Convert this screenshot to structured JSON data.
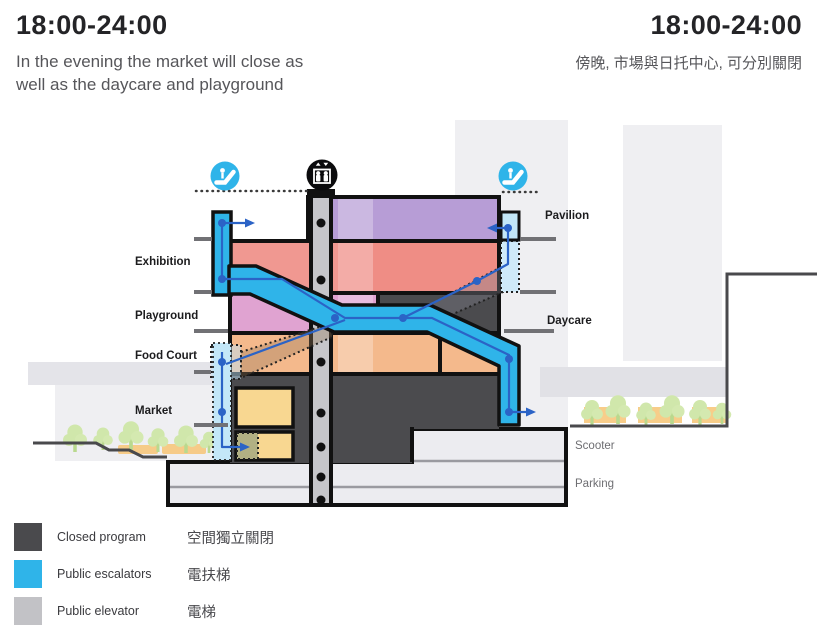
{
  "header": {
    "left": {
      "time": "18:00-24:00",
      "subtitle_line1": "In the evening the market will close as",
      "subtitle_line2": "well as the daycare and playground"
    },
    "right": {
      "time": "18:00-24:00",
      "subtitle": "傍晚, 市場與日托中心, 可分別關閉"
    }
  },
  "diagram": {
    "labels": {
      "exhibition": "Exhibition",
      "playground": "Playground",
      "food_court": "Food Court",
      "market": "Market",
      "pavilion": "Pavilion",
      "daycare": "Daycare",
      "scooter": "Scooter",
      "parking": "Parking"
    },
    "icons": {
      "escalator_left": "escalator-icon",
      "elevator": "elevator-icon",
      "escalator_right": "escalator-icon"
    }
  },
  "legend": {
    "items": [
      {
        "label": "Closed program",
        "label_zh": "空間獨立關閉",
        "color": "#4a4a4d"
      },
      {
        "label": "Public escalators",
        "label_zh": "電扶梯",
        "color": "#2fb4e9"
      },
      {
        "label": "Public elevator",
        "label_zh": "電梯",
        "color": "#c2c2c6"
      }
    ]
  },
  "colors": {
    "escalator": "#2fb4e9",
    "escalator_light": "#c3e7f8",
    "closed": "#4b4b4e",
    "elevator_shaft": "#c6c6ca",
    "path_blue": "#2b63c6",
    "pavilion": "#b79dd6",
    "exhibition": "#ef8d85",
    "playground": "#e0a3d1",
    "food_court": "#f4b98c",
    "market_stall": "#f8d791",
    "podium": "#ececf0"
  }
}
